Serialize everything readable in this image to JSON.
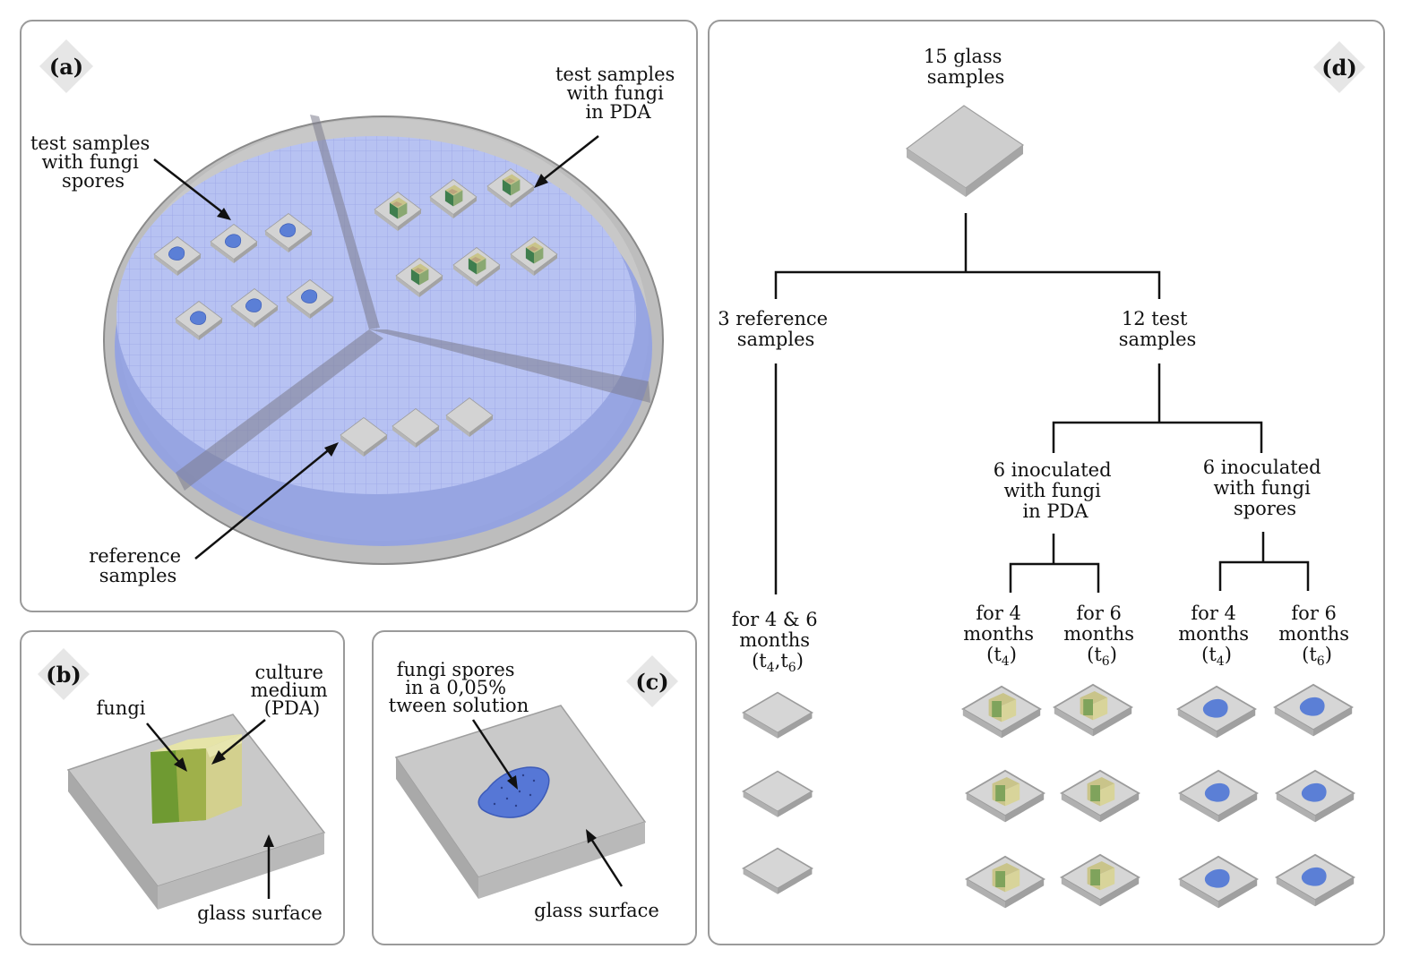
{
  "panel_a": {
    "tag": "(a)",
    "label_spores": [
      "test samples",
      "with fungi",
      "spores"
    ],
    "label_pda": [
      "test samples",
      "with fungi",
      "in PDA"
    ],
    "label_reference": [
      "reference",
      "samples"
    ]
  },
  "panel_b": {
    "tag": "(b)",
    "label_fungi": "fungi",
    "label_medium": [
      "culture",
      "medium",
      "(PDA)"
    ],
    "label_glass": "glass surface"
  },
  "panel_c": {
    "tag": "(c)",
    "label_spores": [
      "fungi spores",
      "in a 0,05%",
      "tween solution"
    ],
    "label_glass": "glass surface"
  },
  "panel_d": {
    "tag": "(d)",
    "root": [
      "15 glass",
      "samples"
    ],
    "reference": [
      "3 reference",
      "samples"
    ],
    "test": [
      "12 test",
      "samples"
    ],
    "pda": [
      "6 inoculated",
      "with fungi",
      "in PDA"
    ],
    "spores": [
      "6 inoculated",
      "with fungi",
      "spores"
    ],
    "ref_time": [
      "for 4 & 6",
      "months"
    ],
    "ref_time_sub": [
      "t",
      "4",
      ",t",
      "6"
    ],
    "pda_4": [
      "for 4",
      "months"
    ],
    "pda_4_sub": [
      "t",
      "4"
    ],
    "pda_6": [
      "for 6",
      "months"
    ],
    "pda_6_sub": [
      "t",
      "6"
    ],
    "sp_4": [
      "for 4",
      "months"
    ],
    "sp_4_sub": [
      "t",
      "4"
    ],
    "sp_6": [
      "for 6",
      "months"
    ],
    "sp_6_sub": [
      "t",
      "6"
    ]
  }
}
